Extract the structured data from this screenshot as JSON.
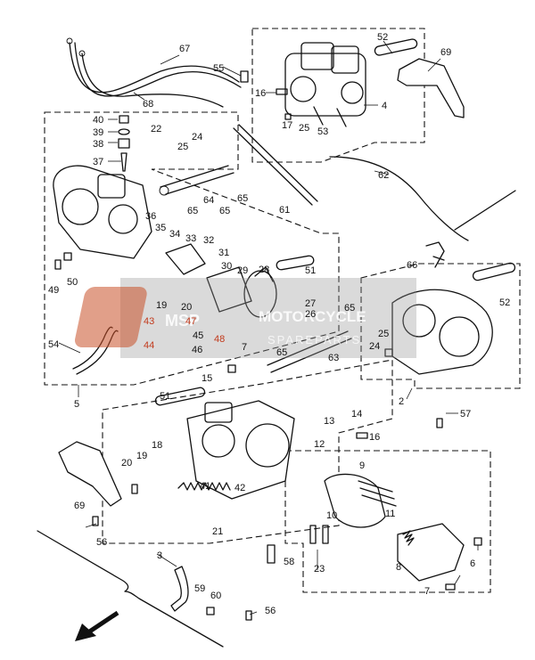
{
  "watermark": {
    "line1": "MOTORCYCLE",
    "line2": "SPAREPARTS",
    "logo_text": "MSP"
  },
  "callouts": [
    {
      "id": "c67",
      "text": "67"
    },
    {
      "id": "c68",
      "text": "68"
    },
    {
      "id": "c55",
      "text": "55"
    },
    {
      "id": "c52a",
      "text": "52"
    },
    {
      "id": "c69a",
      "text": "69"
    },
    {
      "id": "c16a",
      "text": "16"
    },
    {
      "id": "c4",
      "text": "4"
    },
    {
      "id": "c17",
      "text": "17"
    },
    {
      "id": "c25a",
      "text": "25"
    },
    {
      "id": "c53",
      "text": "53"
    },
    {
      "id": "c40",
      "text": "40"
    },
    {
      "id": "c39",
      "text": "39"
    },
    {
      "id": "c38",
      "text": "38"
    },
    {
      "id": "c37",
      "text": "37"
    },
    {
      "id": "c22",
      "text": "22"
    },
    {
      "id": "c25b",
      "text": "25"
    },
    {
      "id": "c24a",
      "text": "24"
    },
    {
      "id": "c62",
      "text": "62"
    },
    {
      "id": "c64",
      "text": "64"
    },
    {
      "id": "c65a",
      "text": "65"
    },
    {
      "id": "c65b",
      "text": "65"
    },
    {
      "id": "c65c",
      "text": "65"
    },
    {
      "id": "c61",
      "text": "61"
    },
    {
      "id": "c36",
      "text": "36"
    },
    {
      "id": "c35",
      "text": "35"
    },
    {
      "id": "c34",
      "text": "34"
    },
    {
      "id": "c33",
      "text": "33"
    },
    {
      "id": "c32",
      "text": "32"
    },
    {
      "id": "c31",
      "text": "31"
    },
    {
      "id": "c30",
      "text": "30"
    },
    {
      "id": "c29",
      "text": "29"
    },
    {
      "id": "c28",
      "text": "28"
    },
    {
      "id": "c51a",
      "text": "51"
    },
    {
      "id": "c66",
      "text": "66"
    },
    {
      "id": "c52b",
      "text": "52"
    },
    {
      "id": "c49",
      "text": "49"
    },
    {
      "id": "c50",
      "text": "50"
    },
    {
      "id": "c19a",
      "text": "19"
    },
    {
      "id": "c20a",
      "text": "20"
    },
    {
      "id": "c43",
      "text": "43"
    },
    {
      "id": "c47",
      "text": "47"
    },
    {
      "id": "c45",
      "text": "45"
    },
    {
      "id": "c48",
      "text": "48"
    },
    {
      "id": "c44",
      "text": "44"
    },
    {
      "id": "c46",
      "text": "46"
    },
    {
      "id": "c27",
      "text": "27"
    },
    {
      "id": "c26",
      "text": "26"
    },
    {
      "id": "c65d",
      "text": "65"
    },
    {
      "id": "c25c",
      "text": "25"
    },
    {
      "id": "c24b",
      "text": "24"
    },
    {
      "id": "c54",
      "text": "54"
    },
    {
      "id": "c7a",
      "text": "7"
    },
    {
      "id": "c65e",
      "text": "65"
    },
    {
      "id": "c63",
      "text": "63"
    },
    {
      "id": "c15",
      "text": "15"
    },
    {
      "id": "c5",
      "text": "5"
    },
    {
      "id": "c2",
      "text": "2"
    },
    {
      "id": "c51b",
      "text": "51"
    },
    {
      "id": "c57",
      "text": "57"
    },
    {
      "id": "c13",
      "text": "13"
    },
    {
      "id": "c14",
      "text": "14"
    },
    {
      "id": "c16b",
      "text": "16"
    },
    {
      "id": "c18",
      "text": "18"
    },
    {
      "id": "c12",
      "text": "12"
    },
    {
      "id": "c9",
      "text": "9"
    },
    {
      "id": "c20b",
      "text": "20"
    },
    {
      "id": "c19b",
      "text": "19"
    },
    {
      "id": "c69b",
      "text": "69"
    },
    {
      "id": "c41",
      "text": "41"
    },
    {
      "id": "c42",
      "text": "42"
    },
    {
      "id": "c10",
      "text": "10"
    },
    {
      "id": "c11",
      "text": "11"
    },
    {
      "id": "c21",
      "text": "21"
    },
    {
      "id": "c56a",
      "text": "56"
    },
    {
      "id": "c3",
      "text": "3"
    },
    {
      "id": "c58",
      "text": "58"
    },
    {
      "id": "c23",
      "text": "23"
    },
    {
      "id": "c8",
      "text": "8"
    },
    {
      "id": "c6",
      "text": "6"
    },
    {
      "id": "c7b",
      "text": "7"
    },
    {
      "id": "c59",
      "text": "59"
    },
    {
      "id": "c60",
      "text": "60"
    },
    {
      "id": "c56b",
      "text": "56"
    }
  ]
}
